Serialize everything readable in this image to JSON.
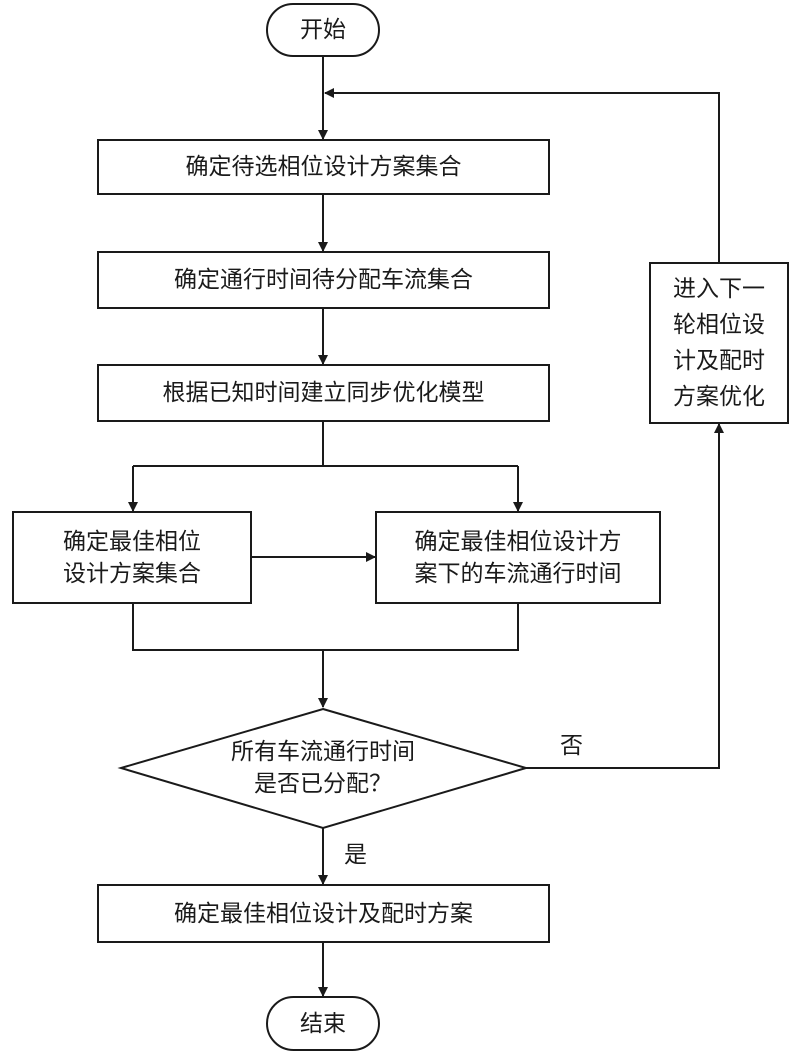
{
  "flowchart": {
    "start": "开始",
    "step1": "确定待选相位设计方案集合",
    "step2": "确定通行时间待分配车流集合",
    "step3": "根据已知时间建立同步优化模型",
    "step4a": "确定最佳相位\n设计方案集合",
    "step4b": "确定最佳相位设计方\n案下的车流通行时间",
    "decision": "所有车流通行时间\n是否已分配？",
    "yes_label": "是",
    "no_label": "否",
    "loop_step": "进入下一\n轮相位设\n计及配时\n方案优化",
    "final_step": "确定最佳相位设计及配时方案",
    "end": "结束"
  }
}
